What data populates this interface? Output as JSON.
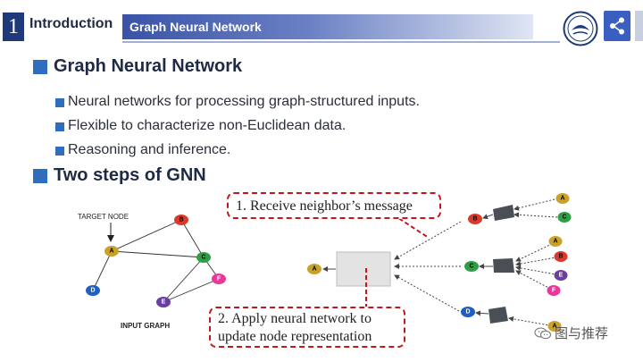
{
  "header": {
    "number": "1",
    "section": "Introduction",
    "title": "Graph Neural Network"
  },
  "sections": [
    {
      "heading": "Graph Neural Network",
      "bullets": [
        "Neural networks for processing graph-structured inputs.",
        "Flexible to characterize non-Euclidean data.",
        "Reasoning and inference."
      ]
    },
    {
      "heading": "Two steps of GNN"
    }
  ],
  "diagram": {
    "target_label": "TARGET NODE",
    "input_label": "INPUT GRAPH",
    "step1": "1. Receive neighbor’s message",
    "step2_line1": "2. Apply neural network to",
    "step2_line2": "update node representation",
    "node_labels": {
      "A": "A",
      "B": "B",
      "C": "C",
      "D": "D",
      "E": "E",
      "F": "F"
    }
  },
  "colors": {
    "A": "#c9a227",
    "B": "#d93a2b",
    "C": "#2ea043",
    "D": "#1f5fbf",
    "E": "#6a3fa0",
    "F": "#e8389a",
    "accent": "#2f6dbf",
    "header_bar": "#3a53a8",
    "callout_border": "#c4161c"
  },
  "icons": {
    "share": "share-icon",
    "logo": "university-seal-logo",
    "watermark": "wechat-icon"
  },
  "watermark": "图与推荐"
}
